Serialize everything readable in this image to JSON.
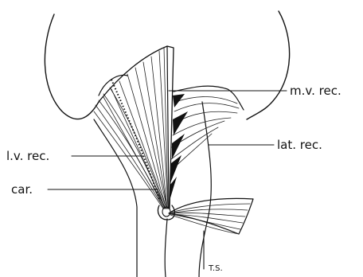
{
  "figure": {
    "labels": {
      "mv_rec": "m.v. rec.",
      "lat_rec": "lat. rec.",
      "lv_rec": "l.v. rec.",
      "car": "car.",
      "ts": "T.S."
    }
  }
}
